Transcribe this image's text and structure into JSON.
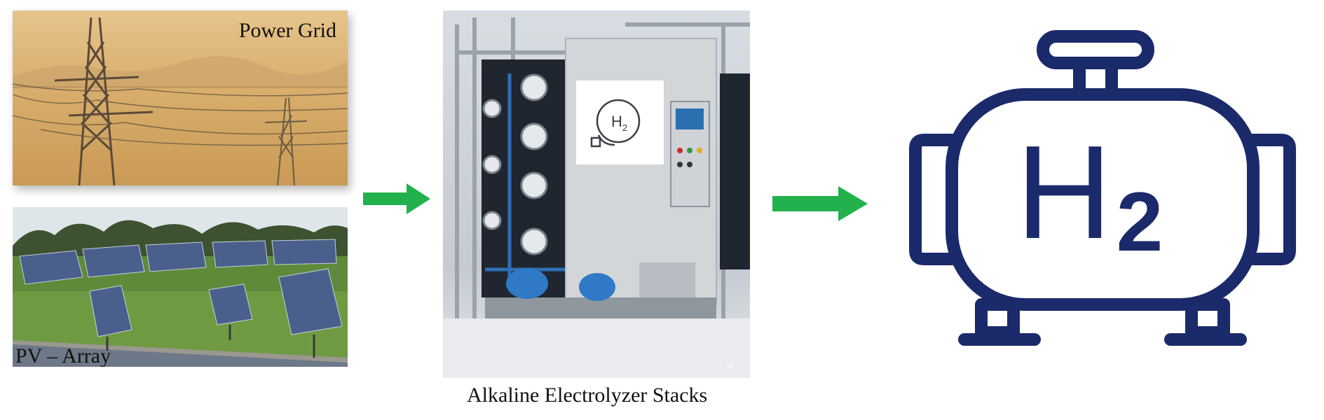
{
  "inputs": {
    "grid_label": "Power Grid",
    "pv_label": "PV – Array"
  },
  "electrolyzer": {
    "label": "Alkaline Electrolyzer Stacks",
    "badge_text": "H",
    "badge_sub": "2",
    "watermark": "ai"
  },
  "output": {
    "tank_text": "H",
    "tank_sub": "2"
  },
  "colors": {
    "arrow": "#22b14c",
    "tank": "#1b2a6b",
    "haze": "#d4a962"
  }
}
